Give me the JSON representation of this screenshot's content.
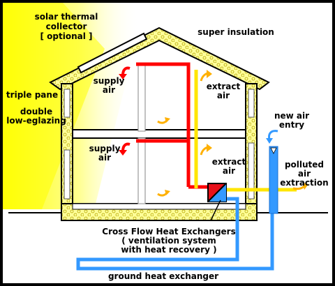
{
  "labels": {
    "collector_1": "solar thermal",
    "collector_2": "collector",
    "collector_3": "[ optional ]",
    "super_insulation": "super insulation",
    "triple_pane": "triple pane",
    "double_1": "double",
    "double_2": "low-eglazing",
    "supply_upper_1": "supply",
    "supply_upper_2": "air",
    "supply_lower_1": "supply",
    "supply_lower_2": "air",
    "extract_upper_1": "extract",
    "extract_upper_2": "air",
    "extract_lower_1": "extract",
    "extract_lower_2": "air",
    "new_air_1": "new air",
    "new_air_2": "entry",
    "polluted_1": "polluted",
    "polluted_2": "air",
    "polluted_3": "extraction",
    "hx_1": "Cross Flow Heat Exchangers",
    "hx_2": "( ventilation system",
    "hx_3": "with heat recovery )",
    "ground_hx": "ground heat exchanger"
  },
  "colors": {
    "background": "#ffffff",
    "frame": "#000000",
    "sun_glow": "#ffff00",
    "insulation": "#ffff99",
    "supply_duct": "#ff0000",
    "extract_duct": "#ffff00",
    "fresh_air_duct": "#3399ff",
    "arrow_warm": "#ffb000",
    "heat_exchanger_red": "#e8101a"
  },
  "icons": {
    "heat_exchanger": "cross-flow-heat-exchanger-icon",
    "airflow": "curved-arrow-icon"
  }
}
